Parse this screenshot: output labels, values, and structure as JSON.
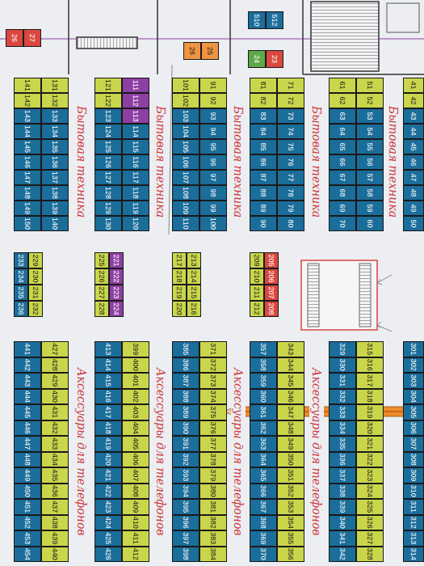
{
  "diagram": {
    "nodes": [
      {
        "text": [
          "26"
        ]
      },
      {
        "text": [
          "27"
        ]
      },
      {
        "text": [
          "26"
        ]
      },
      {
        "text": [
          "25"
        ]
      },
      {
        "text": [
          "24"
        ]
      },
      {
        "text": [
          "23"
        ]
      },
      {
        "text": [
          "510"
        ]
      },
      {
        "text": [
          "512"
        ]
      },
      {
        "text": [
          "41"
        ]
      },
      {
        "text": [
          "42"
        ]
      },
      {
        "text": [
          "43"
        ]
      },
      {
        "text": [
          "44"
        ]
      },
      {
        "text": [
          "45"
        ]
      },
      {
        "text": [
          "46"
        ]
      },
      {
        "text": [
          "47"
        ]
      },
      {
        "text": [
          "48"
        ]
      },
      {
        "text": [
          "49"
        ]
      },
      {
        "text": [
          "50"
        ]
      },
      {
        "text": [
          "51"
        ]
      },
      {
        "text": [
          "52"
        ]
      },
      {
        "text": [
          "53"
        ]
      },
      {
        "text": [
          "54"
        ]
      },
      {
        "text": [
          "55"
        ]
      },
      {
        "text": [
          "56"
        ]
      },
      {
        "text": [
          "57"
        ]
      },
      {
        "text": [
          "58"
        ]
      },
      {
        "text": [
          "59"
        ]
      },
      {
        "text": [
          "60"
        ]
      },
      {
        "text": [
          "61"
        ]
      },
      {
        "text": [
          "62"
        ]
      },
      {
        "text": [
          "63"
        ]
      },
      {
        "text": [
          "64"
        ]
      },
      {
        "text": [
          "65"
        ]
      },
      {
        "text": [
          "66"
        ]
      },
      {
        "text": [
          "67"
        ]
      },
      {
        "text": [
          "68"
        ]
      },
      {
        "text": [
          "69"
        ]
      },
      {
        "text": [
          "70"
        ]
      },
      {
        "text": [
          "71"
        ]
      },
      {
        "text": [
          "72"
        ]
      },
      {
        "text": [
          "73"
        ]
      },
      {
        "text": [
          "74"
        ]
      },
      {
        "text": [
          "75"
        ]
      },
      {
        "text": [
          "76"
        ]
      },
      {
        "text": [
          "77"
        ]
      },
      {
        "text": [
          "78"
        ]
      },
      {
        "text": [
          "79"
        ]
      },
      {
        "text": [
          "80"
        ]
      },
      {
        "text": [
          "81"
        ]
      },
      {
        "text": [
          "82"
        ]
      },
      {
        "text": [
          "83"
        ]
      },
      {
        "text": [
          "84"
        ]
      },
      {
        "text": [
          "85"
        ]
      },
      {
        "text": [
          "86"
        ]
      },
      {
        "text": [
          "87"
        ]
      },
      {
        "text": [
          "88"
        ]
      },
      {
        "text": [
          "89"
        ]
      },
      {
        "text": [
          "90"
        ]
      },
      {
        "text": [
          "91"
        ]
      },
      {
        "text": [
          "92"
        ]
      },
      {
        "text": [
          "93"
        ]
      },
      {
        "text": [
          "94"
        ]
      },
      {
        "text": [
          "95"
        ]
      },
      {
        "text": [
          "96"
        ]
      },
      {
        "text": [
          "97"
        ]
      },
      {
        "text": [
          "98"
        ]
      },
      {
        "text": [
          "99"
        ]
      },
      {
        "text": [
          "100"
        ]
      },
      {
        "text": [
          "101"
        ]
      },
      {
        "text": [
          "102"
        ]
      },
      {
        "text": [
          "103"
        ]
      },
      {
        "text": [
          "104"
        ]
      },
      {
        "text": [
          "105"
        ]
      },
      {
        "text": [
          "106"
        ]
      },
      {
        "text": [
          "107"
        ]
      },
      {
        "text": [
          "108"
        ]
      },
      {
        "text": [
          "109"
        ]
      },
      {
        "text": [
          "110"
        ]
      },
      {
        "text": [
          "111"
        ]
      },
      {
        "text": [
          "112"
        ]
      },
      {
        "text": [
          "113"
        ]
      },
      {
        "text": [
          "114"
        ]
      },
      {
        "text": [
          "115"
        ]
      },
      {
        "text": [
          "116"
        ]
      },
      {
        "text": [
          "117"
        ]
      },
      {
        "text": [
          "118"
        ]
      },
      {
        "text": [
          "119"
        ]
      },
      {
        "text": [
          "120"
        ]
      },
      {
        "text": [
          "121"
        ]
      },
      {
        "text": [
          "122"
        ]
      },
      {
        "text": [
          "123"
        ]
      },
      {
        "text": [
          "124"
        ]
      },
      {
        "text": [
          "125"
        ]
      },
      {
        "text": [
          "126"
        ]
      },
      {
        "text": [
          "127"
        ]
      },
      {
        "text": [
          "128"
        ]
      },
      {
        "text": [
          "129"
        ]
      },
      {
        "text": [
          "130"
        ]
      },
      {
        "text": [
          "131"
        ]
      },
      {
        "text": [
          "132"
        ]
      },
      {
        "text": [
          "133"
        ]
      },
      {
        "text": [
          "134"
        ]
      },
      {
        "text": [
          "135"
        ]
      },
      {
        "text": [
          "136"
        ]
      },
      {
        "text": [
          "137"
        ]
      },
      {
        "text": [
          "138"
        ]
      },
      {
        "text": [
          "139"
        ]
      },
      {
        "text": [
          "140"
        ]
      },
      {
        "text": [
          "141"
        ]
      },
      {
        "text": [
          "142"
        ]
      },
      {
        "text": [
          "143"
        ]
      },
      {
        "text": [
          "144"
        ]
      },
      {
        "text": [
          "145"
        ]
      },
      {
        "text": [
          "146"
        ]
      },
      {
        "text": [
          "147"
        ]
      },
      {
        "text": [
          "148"
        ]
      },
      {
        "text": [
          "149"
        ]
      },
      {
        "text": [
          "150"
        ]
      },
      {
        "text": [
          "205"
        ]
      },
      {
        "text": [
          "206"
        ]
      },
      {
        "text": [
          "207"
        ]
      },
      {
        "text": [
          "208"
        ]
      },
      {
        "text": [
          "209"
        ]
      },
      {
        "text": [
          "210"
        ]
      },
      {
        "text": [
          "211"
        ]
      },
      {
        "text": [
          "212"
        ]
      },
      {
        "text": [
          "213"
        ]
      },
      {
        "text": [
          "214"
        ]
      },
      {
        "text": [
          "215"
        ]
      },
      {
        "text": [
          "216"
        ]
      },
      {
        "text": [
          "217"
        ]
      },
      {
        "text": [
          "218"
        ]
      },
      {
        "text": [
          "219"
        ]
      },
      {
        "text": [
          "220"
        ]
      },
      {
        "text": [
          "221"
        ]
      },
      {
        "text": [
          "222"
        ]
      },
      {
        "text": [
          "223"
        ]
      },
      {
        "text": [
          "224"
        ]
      },
      {
        "text": [
          "225"
        ]
      },
      {
        "text": [
          "226"
        ]
      },
      {
        "text": [
          "227"
        ]
      },
      {
        "text": [
          "228"
        ]
      },
      {
        "text": [
          "229"
        ]
      },
      {
        "text": [
          "230"
        ]
      },
      {
        "text": [
          "231"
        ]
      },
      {
        "text": [
          "232"
        ]
      },
      {
        "text": [
          "233"
        ]
      },
      {
        "text": [
          "234"
        ]
      },
      {
        "text": [
          "235"
        ]
      },
      {
        "text": [
          "236"
        ]
      },
      {
        "text": [
          "301"
        ]
      },
      {
        "text": [
          "302"
        ]
      },
      {
        "text": [
          "303"
        ]
      },
      {
        "text": [
          "304"
        ]
      },
      {
        "text": [
          "305"
        ]
      },
      {
        "text": [
          "306"
        ]
      },
      {
        "text": [
          "307"
        ]
      },
      {
        "text": [
          "308"
        ]
      },
      {
        "text": [
          "309"
        ]
      },
      {
        "text": [
          "310"
        ]
      },
      {
        "text": [
          "311"
        ]
      },
      {
        "text": [
          "312"
        ]
      },
      {
        "text": [
          "313"
        ]
      },
      {
        "text": [
          "314"
        ]
      },
      {
        "text": [
          "315"
        ]
      },
      {
        "text": [
          "316"
        ]
      },
      {
        "text": [
          "317"
        ]
      },
      {
        "text": [
          "318"
        ]
      },
      {
        "text": [
          "319"
        ]
      },
      {
        "text": [
          "320"
        ]
      },
      {
        "text": [
          "321"
        ]
      },
      {
        "text": [
          "322"
        ]
      },
      {
        "text": [
          "323"
        ]
      },
      {
        "text": [
          "324"
        ]
      },
      {
        "text": [
          "325"
        ]
      },
      {
        "text": [
          "326"
        ]
      },
      {
        "text": [
          "327"
        ]
      },
      {
        "text": [
          "328"
        ]
      },
      {
        "text": [
          "329"
        ]
      },
      {
        "text": [
          "330"
        ]
      },
      {
        "text": [
          "331"
        ]
      },
      {
        "text": [
          "332"
        ]
      },
      {
        "text": [
          "333"
        ]
      },
      {
        "text": [
          "334"
        ]
      },
      {
        "text": [
          "335"
        ]
      },
      {
        "text": [
          "336"
        ]
      },
      {
        "text": [
          "337"
        ]
      },
      {
        "text": [
          "338"
        ]
      },
      {
        "text": [
          "339"
        ]
      },
      {
        "text": [
          "340"
        ]
      },
      {
        "text": [
          "341"
        ]
      },
      {
        "text": [
          "342"
        ]
      },
      {
        "text": [
          "343"
        ]
      },
      {
        "text": [
          "344"
        ]
      },
      {
        "text": [
          "345"
        ]
      },
      {
        "text": [
          "346"
        ]
      },
      {
        "text": [
          "347"
        ]
      },
      {
        "text": [
          "348"
        ]
      },
      {
        "text": [
          "349"
        ]
      },
      {
        "text": [
          "350"
        ]
      },
      {
        "text": [
          "351"
        ]
      },
      {
        "text": [
          "352"
        ]
      },
      {
        "text": [
          "353"
        ]
      },
      {
        "text": [
          "354"
        ]
      },
      {
        "text": [
          "355"
        ]
      },
      {
        "text": [
          "356"
        ]
      },
      {
        "text": [
          "357"
        ]
      },
      {
        "text": [
          "358"
        ]
      },
      {
        "text": [
          "359"
        ]
      },
      {
        "text": [
          "360"
        ]
      },
      {
        "text": [
          "361"
        ]
      },
      {
        "text": [
          "362"
        ]
      },
      {
        "text": [
          "363"
        ]
      },
      {
        "text": [
          "364"
        ]
      },
      {
        "text": [
          "365"
        ]
      },
      {
        "text": [
          "366"
        ]
      },
      {
        "text": [
          "367"
        ]
      },
      {
        "text": [
          "368"
        ]
      },
      {
        "text": [
          "369"
        ]
      },
      {
        "text": [
          "370"
        ]
      },
      {
        "text": [
          "371"
        ]
      },
      {
        "text": [
          "372"
        ]
      },
      {
        "text": [
          "373"
        ]
      },
      {
        "text": [
          "374"
        ]
      },
      {
        "text": [
          "375"
        ]
      },
      {
        "text": [
          "376"
        ]
      },
      {
        "text": [
          "377"
        ]
      },
      {
        "text": [
          "378"
        ]
      },
      {
        "text": [
          "379"
        ]
      },
      {
        "text": [
          "380"
        ]
      },
      {
        "text": [
          "381"
        ]
      },
      {
        "text": [
          "382"
        ]
      },
      {
        "text": [
          "383"
        ]
      },
      {
        "text": [
          "384"
        ]
      },
      {
        "text": [
          "385"
        ]
      },
      {
        "text": [
          "386"
        ]
      },
      {
        "text": [
          "387"
        ]
      },
      {
        "text": [
          "388"
        ]
      },
      {
        "text": [
          "389"
        ]
      },
      {
        "text": [
          "390"
        ]
      },
      {
        "text": [
          "391"
        ]
      },
      {
        "text": [
          "392"
        ]
      },
      {
        "text": [
          "393"
        ]
      },
      {
        "text": [
          "394"
        ]
      },
      {
        "text": [
          "395"
        ]
      },
      {
        "text": [
          "396"
        ]
      },
      {
        "text": [
          "397"
        ]
      },
      {
        "text": [
          "398"
        ]
      },
      {
        "text": [
          "399"
        ]
      },
      {
        "text": [
          "400"
        ]
      },
      {
        "text": [
          "401"
        ]
      },
      {
        "text": [
          "402"
        ]
      },
      {
        "text": [
          "403"
        ]
      },
      {
        "text": [
          "404"
        ]
      },
      {
        "text": [
          "405"
        ]
      },
      {
        "text": [
          "406"
        ]
      },
      {
        "text": [
          "407"
        ]
      },
      {
        "text": [
          "408"
        ]
      },
      {
        "text": [
          "409"
        ]
      },
      {
        "text": [
          "410"
        ]
      },
      {
        "text": [
          "411"
        ]
      },
      {
        "text": [
          "412"
        ]
      },
      {
        "text": [
          "413"
        ]
      },
      {
        "text": [
          "414"
        ]
      },
      {
        "text": [
          "415"
        ]
      },
      {
        "text": [
          "416"
        ]
      },
      {
        "text": [
          "417"
        ]
      },
      {
        "text": [
          "418"
        ]
      },
      {
        "text": [
          "419"
        ]
      },
      {
        "text": [
          "420"
        ]
      },
      {
        "text": [
          "421"
        ]
      },
      {
        "text": [
          "422"
        ]
      },
      {
        "text": [
          "423"
        ]
      },
      {
        "text": [
          "424"
        ]
      },
      {
        "text": [
          "425"
        ]
      },
      {
        "text": [
          "426"
        ]
      },
      {
        "text": [
          "427"
        ]
      },
      {
        "text": [
          "428"
        ]
      },
      {
        "text": [
          "429"
        ]
      },
      {
        "text": [
          "430"
        ]
      },
      {
        "text": [
          "431"
        ]
      },
      {
        "text": [
          "432"
        ]
      },
      {
        "text": [
          "433"
        ]
      },
      {
        "text": [
          "434"
        ]
      },
      {
        "text": [
          "435"
        ]
      },
      {
        "text": [
          "436"
        ]
      },
      {
        "text": [
          "437"
        ]
      },
      {
        "text": [
          "438"
        ]
      },
      {
        "text": [
          "439"
        ]
      },
      {
        "text": [
          "440"
        ]
      },
      {
        "text": [
          "441"
        ]
      },
      {
        "text": [
          "442"
        ]
      },
      {
        "text": [
          "443"
        ]
      },
      {
        "text": [
          "444"
        ]
      },
      {
        "text": [
          "445"
        ]
      },
      {
        "text": [
          "446"
        ]
      },
      {
        "text": [
          "447"
        ]
      },
      {
        "text": [
          "448"
        ]
      },
      {
        "text": [
          "449"
        ]
      },
      {
        "text": [
          "450"
        ]
      },
      {
        "text": [
          "451"
        ]
      },
      {
        "text": [
          "452"
        ]
      },
      {
        "text": [
          "453"
        ]
      },
      {
        "text": [
          "454"
        ]
      }
    ],
    "labels": [
      "Бытовая техника",
      "Бытовая техника",
      "Бытовая техника",
      "Бытовая техника",
      "Бытовая техника",
      "Аксессуары для телефонов",
      "Аксессуары для телефонов",
      "Аксессуары для телефонов",
      "Аксессуары для телефонов"
    ]
  }
}
